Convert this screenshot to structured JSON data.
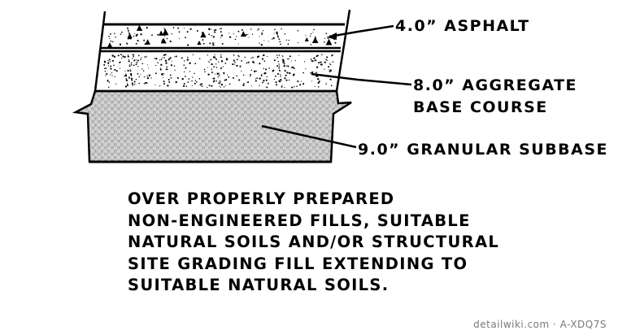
{
  "callouts": {
    "asphalt": "4.0” ASPHALT",
    "aggregate_line1": "8.0” AGGREGATE",
    "aggregate_line2": "BASE COURSE",
    "subbase": "9.0” GRANULAR SUBBASE"
  },
  "note": {
    "lines": [
      "OVER PROPERLY PREPARED",
      "NON-ENGINEERED FILLS, SUITABLE",
      "NATURAL SOILS AND/OR STRUCTURAL",
      "SITE GRADING FILL EXTENDING TO",
      "SUITABLE NATURAL SOILS."
    ]
  },
  "footer": {
    "watermark": "detailwiki.com · A-XDQ7S"
  }
}
